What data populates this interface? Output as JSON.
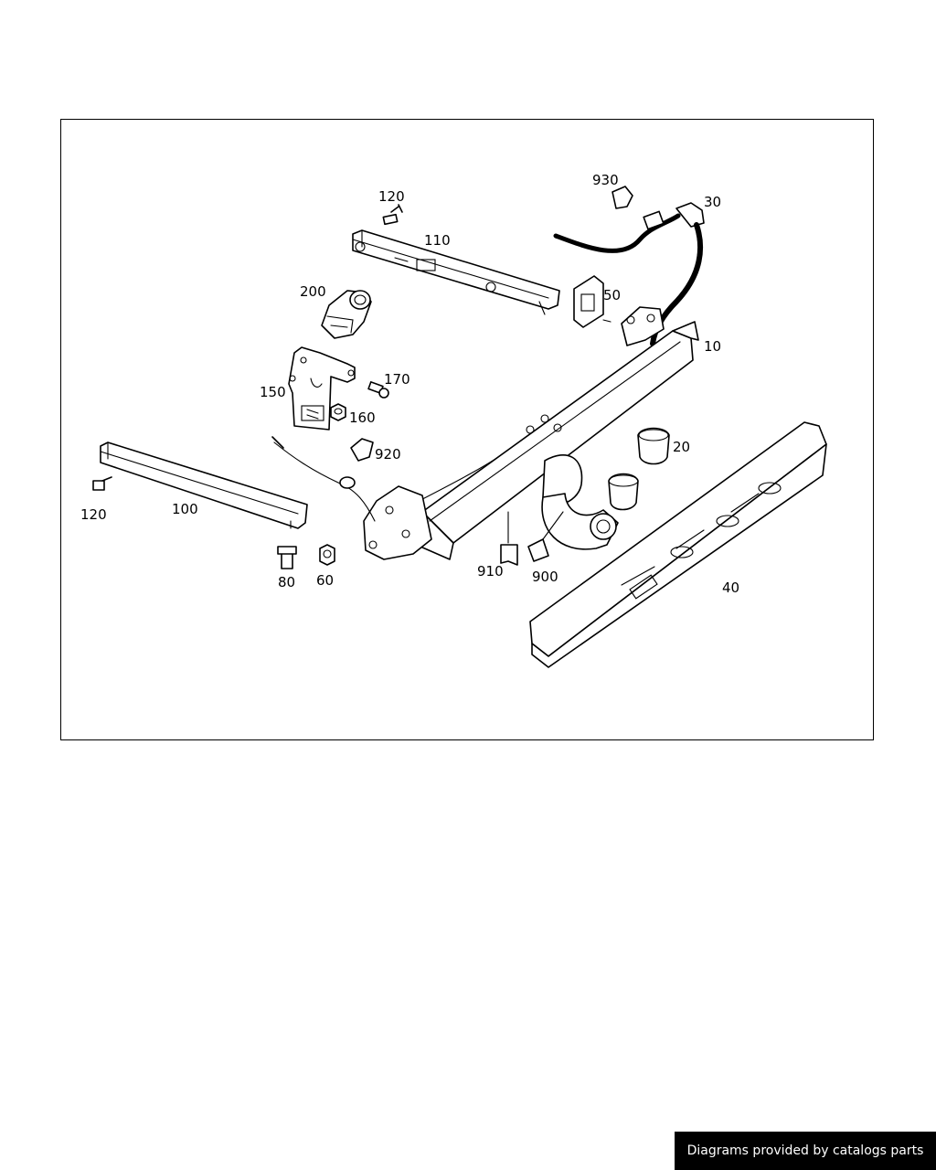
{
  "diagram": {
    "callouts": [
      {
        "id": "10",
        "label": "10"
      },
      {
        "id": "20",
        "label": "20"
      },
      {
        "id": "30",
        "label": "30"
      },
      {
        "id": "40",
        "label": "40"
      },
      {
        "id": "50",
        "label": "50"
      },
      {
        "id": "60",
        "label": "60"
      },
      {
        "id": "80",
        "label": "80"
      },
      {
        "id": "100",
        "label": "100"
      },
      {
        "id": "110",
        "label": "110"
      },
      {
        "id": "120a",
        "label": "120"
      },
      {
        "id": "120b",
        "label": "120"
      },
      {
        "id": "150",
        "label": "150"
      },
      {
        "id": "160",
        "label": "160"
      },
      {
        "id": "170",
        "label": "170"
      },
      {
        "id": "200",
        "label": "200"
      },
      {
        "id": "900",
        "label": "900"
      },
      {
        "id": "910",
        "label": "910"
      },
      {
        "id": "920",
        "label": "920"
      },
      {
        "id": "930",
        "label": "930"
      }
    ]
  },
  "footer": {
    "text": "Diagrams provided by catalogs parts"
  }
}
